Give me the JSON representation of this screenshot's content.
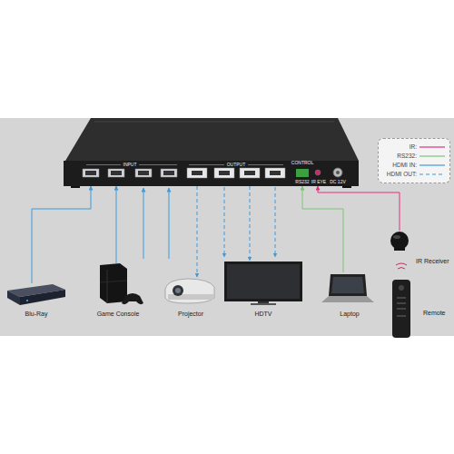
{
  "diagram": {
    "nodes": [
      {
        "text": [
          "INPUT",
          "OUTPUT",
          "CONTROL",
          "RS232",
          "IR EYE",
          "DC 12V"
        ]
      },
      {
        "text": [
          "Blu-Ray"
        ]
      },
      {
        "text": [
          "Game Console"
        ]
      },
      {
        "text": [
          "Projector"
        ]
      },
      {
        "text": [
          "HDTV"
        ]
      },
      {
        "text": [
          "Laptop"
        ]
      },
      {
        "text": [
          "IR Receiver"
        ]
      },
      {
        "text": [
          "Remote"
        ]
      }
    ],
    "edges": [
      {
        "from": 1,
        "to": 0,
        "arrow": "to"
      },
      {
        "from": 2,
        "to": 0,
        "arrow": "to"
      },
      {
        "from": 0,
        "to": 3,
        "arrow": "to"
      },
      {
        "from": 0,
        "to": 4,
        "arrow": "to"
      },
      {
        "from": 5,
        "to": 0,
        "arrow": "to"
      },
      {
        "from": 6,
        "to": 0,
        "arrow": "to"
      }
    ],
    "legend": [
      {
        "text": "IR:"
      },
      {
        "text": "RS232:"
      },
      {
        "text": "HDMI IN:"
      },
      {
        "text": "HDMI OUT:"
      }
    ]
  }
}
